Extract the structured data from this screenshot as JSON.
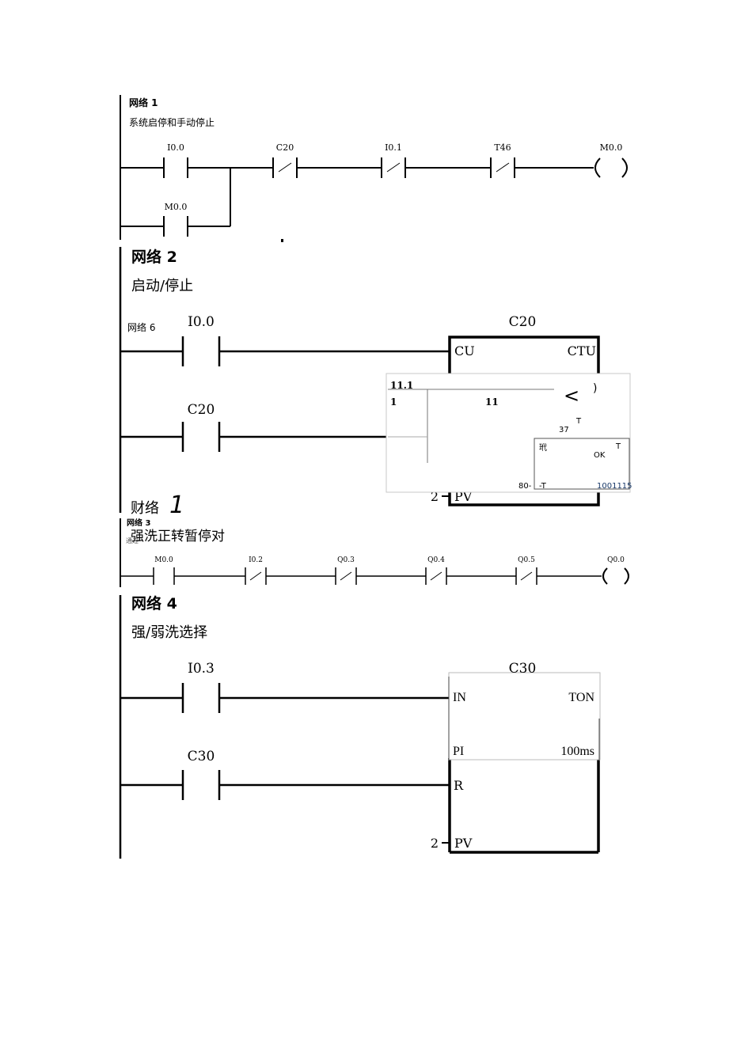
{
  "network1": {
    "title": "网络 1",
    "comment": "系统启停和手动停止",
    "contacts": [
      "I0.0",
      "C20",
      "I0.1",
      "T46",
      "M0.0"
    ],
    "coil": "M0.0"
  },
  "network2": {
    "title": "网络 2",
    "comment": "启动/停止",
    "overlay_label": "网络 6",
    "contacts": [
      "I0.0",
      "C20"
    ],
    "box_name": "C20",
    "box_type": "CTU",
    "pin_cu": "CU",
    "pin_pv": "PV",
    "pv_value": "2",
    "popup": {
      "a": "11.1",
      "b": "1",
      "c": "11",
      "d": "<",
      "e": ")",
      "f": "T",
      "g": "37",
      "h": "玳",
      "i": "T",
      "j": "OK",
      "k": "80-",
      "l": "-T",
      "m": "1001115"
    }
  },
  "network3": {
    "overlay_title": "财络",
    "overlay_num": "1",
    "title": "网络 3",
    "sub": "通过",
    "comment": "强洗正转暂停对",
    "contacts": [
      "M0.0",
      "I0.2",
      "Q0.3",
      "Q0.4",
      "Q0.5"
    ],
    "coil": "Q0.0"
  },
  "network4": {
    "title": "网络 4",
    "comment": "强/弱洗选择",
    "contacts": [
      "I0.3",
      "C30"
    ],
    "box_name": "C30",
    "pin_in": "IN",
    "box_type": "TON",
    "pin_pt": "PI",
    "time_base": "100ms",
    "pin_r": "R",
    "pin_pv": "PV",
    "pv_value": "2"
  }
}
